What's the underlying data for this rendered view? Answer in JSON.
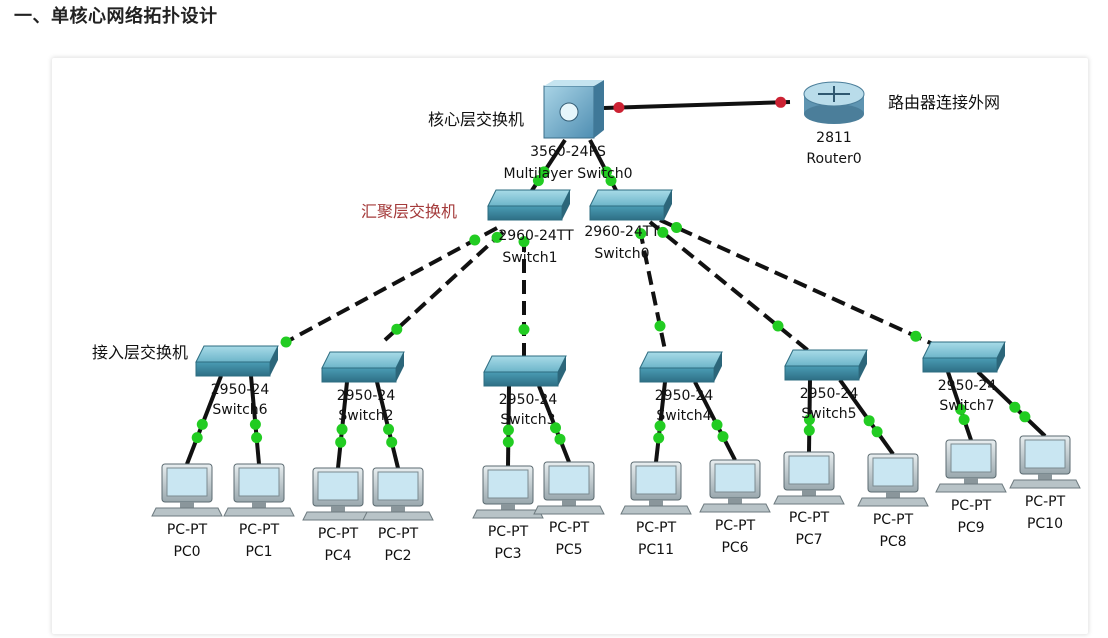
{
  "heading": "一、单核心网络拓扑设计",
  "labels": {
    "core": "核心层交换机",
    "aggregation": "汇聚层交换机",
    "access": "接入层交换机",
    "router_ext": "路由器连接外网"
  },
  "core_switch": {
    "model": "3560-24PS",
    "name": "Multilayer Switch0"
  },
  "router": {
    "model": "2811",
    "name": "Router0"
  },
  "dist_switches": [
    {
      "model": "2960-24TT",
      "name": "Switch1"
    },
    {
      "model": "2960-24TT",
      "name": "Switch0"
    }
  ],
  "access_switches": [
    {
      "model": "2950-24",
      "name": "Switch6"
    },
    {
      "model": "2950-24",
      "name": "Switch2"
    },
    {
      "model": "2950-24",
      "name": "Switch3"
    },
    {
      "model": "2950-24",
      "name": "Switch4"
    },
    {
      "model": "2950-24",
      "name": "Switch5"
    },
    {
      "model": "2950-24",
      "name": "Switch7"
    }
  ],
  "pcs": [
    {
      "model": "PC-PT",
      "name": "PC0"
    },
    {
      "model": "PC-PT",
      "name": "PC1"
    },
    {
      "model": "PC-PT",
      "name": "PC4"
    },
    {
      "model": "PC-PT",
      "name": "PC2"
    },
    {
      "model": "PC-PT",
      "name": "PC3"
    },
    {
      "model": "PC-PT",
      "name": "PC5"
    },
    {
      "model": "PC-PT",
      "name": "PC11"
    },
    {
      "model": "PC-PT",
      "name": "PC6"
    },
    {
      "model": "PC-PT",
      "name": "PC7"
    },
    {
      "model": "PC-PT",
      "name": "PC8"
    },
    {
      "model": "PC-PT",
      "name": "PC9"
    },
    {
      "model": "PC-PT",
      "name": "PC10"
    }
  ],
  "colors": {
    "link_up": "#22cc22",
    "link_down": "#cc2233",
    "switch_top": "#7fc3d6",
    "switch_side": "#3c8aa3"
  },
  "icons": {
    "core": "multilayer-switch-icon",
    "router": "router-icon",
    "switch": "switch-icon",
    "pc": "pc-icon"
  }
}
